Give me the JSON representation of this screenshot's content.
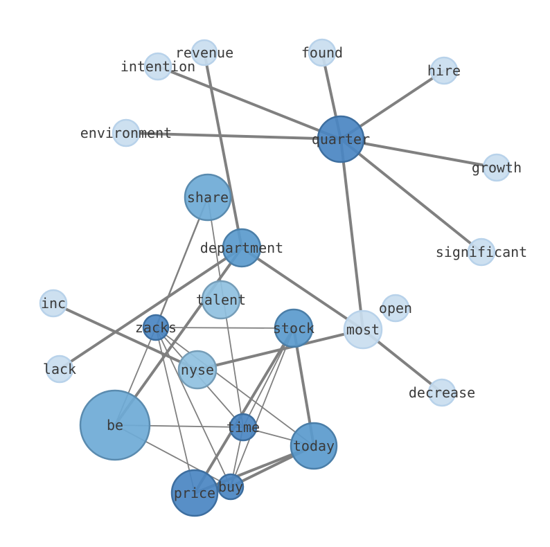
{
  "graph": {
    "nodes": [
      {
        "id": "revenue",
        "label": "revenue",
        "tone": "light"
      },
      {
        "id": "intention",
        "label": "intention",
        "tone": "light"
      },
      {
        "id": "found",
        "label": "found",
        "tone": "light"
      },
      {
        "id": "hire",
        "label": "hire",
        "tone": "light"
      },
      {
        "id": "environment",
        "label": "environment",
        "tone": "light"
      },
      {
        "id": "quarter",
        "label": "quarter",
        "tone": "dark"
      },
      {
        "id": "growth",
        "label": "growth",
        "tone": "light"
      },
      {
        "id": "share",
        "label": "share",
        "tone": "mid"
      },
      {
        "id": "department",
        "label": "department",
        "tone": "mid-dark"
      },
      {
        "id": "significant",
        "label": "significant",
        "tone": "light"
      },
      {
        "id": "talent",
        "label": "talent",
        "tone": "mid-light"
      },
      {
        "id": "inc",
        "label": "inc",
        "tone": "light"
      },
      {
        "id": "open",
        "label": "open",
        "tone": "light"
      },
      {
        "id": "zacks",
        "label": "zacks",
        "tone": "dark"
      },
      {
        "id": "stock",
        "label": "stock",
        "tone": "mid-dark"
      },
      {
        "id": "most",
        "label": "most",
        "tone": "light"
      },
      {
        "id": "lack",
        "label": "lack",
        "tone": "light"
      },
      {
        "id": "nyse",
        "label": "nyse",
        "tone": "mid-light"
      },
      {
        "id": "decrease",
        "label": "decrease",
        "tone": "light"
      },
      {
        "id": "be",
        "label": "be",
        "tone": "mid"
      },
      {
        "id": "time",
        "label": "time",
        "tone": "dark"
      },
      {
        "id": "today",
        "label": "today",
        "tone": "mid-dark"
      },
      {
        "id": "buy",
        "label": "buy",
        "tone": "dark"
      },
      {
        "id": "price",
        "label": "price",
        "tone": "dark"
      }
    ],
    "edges": [
      {
        "source": "revenue",
        "target": "department",
        "weight": "heavy"
      },
      {
        "source": "intention",
        "target": "quarter",
        "weight": "heavy"
      },
      {
        "source": "found",
        "target": "quarter",
        "weight": "heavy"
      },
      {
        "source": "hire",
        "target": "quarter",
        "weight": "heavy"
      },
      {
        "source": "environment",
        "target": "quarter",
        "weight": "heavy"
      },
      {
        "source": "quarter",
        "target": "growth",
        "weight": "heavy"
      },
      {
        "source": "quarter",
        "target": "significant",
        "weight": "heavy"
      },
      {
        "source": "quarter",
        "target": "most",
        "weight": "heavy"
      },
      {
        "source": "department",
        "target": "most",
        "weight": "heavy"
      },
      {
        "source": "department",
        "target": "lack",
        "weight": "heavy"
      },
      {
        "source": "department",
        "target": "be",
        "weight": "heavy"
      },
      {
        "source": "inc",
        "target": "nyse",
        "weight": "heavy"
      },
      {
        "source": "most",
        "target": "nyse",
        "weight": "heavy"
      },
      {
        "source": "most",
        "target": "decrease",
        "weight": "heavy"
      },
      {
        "source": "stock",
        "target": "today",
        "weight": "heavy"
      },
      {
        "source": "stock",
        "target": "price",
        "weight": "heavy"
      },
      {
        "source": "buy",
        "target": "today",
        "weight": "heavy"
      },
      {
        "source": "price",
        "target": "today",
        "weight": "heavy"
      },
      {
        "source": "share",
        "target": "zacks",
        "weight": "medium"
      },
      {
        "source": "share",
        "target": "time",
        "weight": "light"
      },
      {
        "source": "zacks",
        "target": "stock",
        "weight": "light"
      },
      {
        "source": "zacks",
        "target": "be",
        "weight": "light"
      },
      {
        "source": "zacks",
        "target": "time",
        "weight": "light"
      },
      {
        "source": "zacks",
        "target": "today",
        "weight": "light"
      },
      {
        "source": "zacks",
        "target": "buy",
        "weight": "light"
      },
      {
        "source": "zacks",
        "target": "price",
        "weight": "light"
      },
      {
        "source": "be",
        "target": "time",
        "weight": "light"
      },
      {
        "source": "be",
        "target": "buy",
        "weight": "light"
      },
      {
        "source": "time",
        "target": "today",
        "weight": "light"
      },
      {
        "source": "time",
        "target": "buy",
        "weight": "light"
      },
      {
        "source": "stock",
        "target": "time",
        "weight": "light"
      },
      {
        "source": "stock",
        "target": "buy",
        "weight": "light"
      }
    ],
    "colors": {
      "light": "#c9ddef",
      "mid-light": "#8fc0e0",
      "mid": "#6eaad6",
      "mid-dark": "#5a9acd",
      "dark": "#4a86c2",
      "edge": "#808080"
    }
  }
}
